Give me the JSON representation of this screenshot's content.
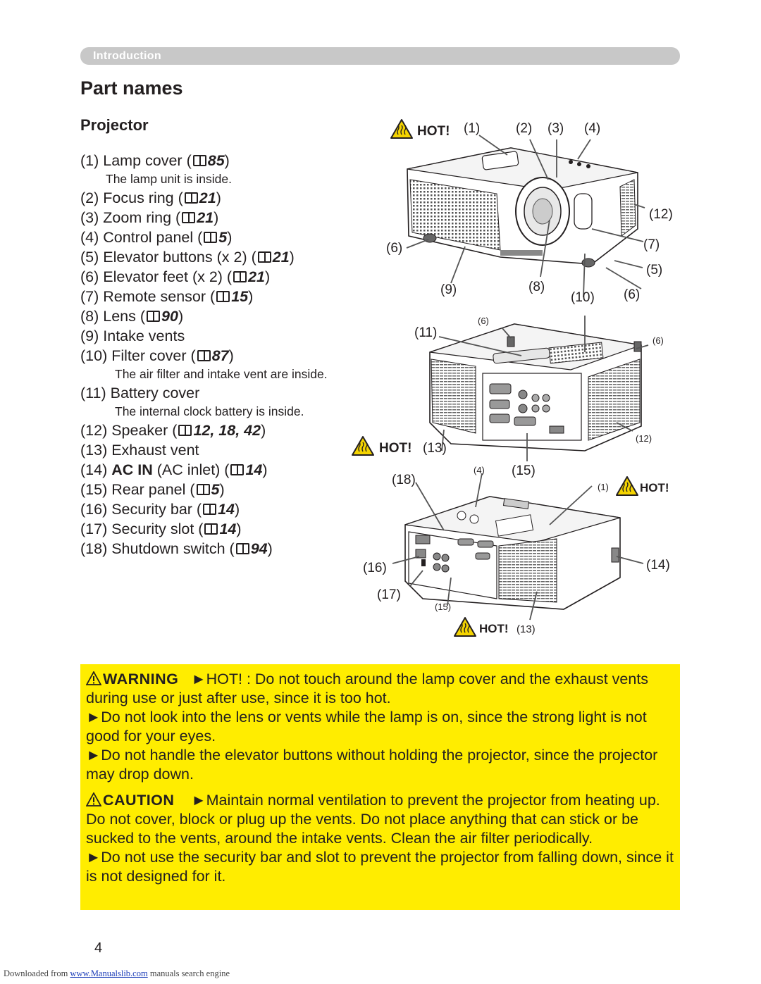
{
  "header": {
    "section": "Introduction"
  },
  "title": "Part names",
  "subtitle": "Projector",
  "parts": [
    {
      "num": "(1)",
      "name": "Lamp cover (",
      "ref": "85",
      "close": ")",
      "note": "The lamp unit is inside."
    },
    {
      "num": "(2)",
      "name": "Focus ring (",
      "ref": "21",
      "close": ")"
    },
    {
      "num": "(3)",
      "name": "Zoom ring (",
      "ref": "21",
      "close": ")"
    },
    {
      "num": "(4)",
      "name": "Control panel (",
      "ref": "5",
      "close": ")"
    },
    {
      "num": "(5)",
      "name": "Elevator buttons (x 2) (",
      "ref": "21",
      "close": ")"
    },
    {
      "num": "(6)",
      "name": "Elevator feet (x 2) (",
      "ref": "21",
      "close": ")"
    },
    {
      "num": "(7)",
      "name": "Remote sensor (",
      "ref": "15",
      "close": ")"
    },
    {
      "num": "(8)",
      "name": "Lens (",
      "ref": "90",
      "close": ")"
    },
    {
      "num": "(9)",
      "name": "Intake vents"
    },
    {
      "num": "(10)",
      "name": "Filter cover (",
      "ref": "87",
      "close": ")",
      "note": "The air filter and intake vent are inside."
    },
    {
      "num": "(11)",
      "name": "Battery cover",
      "note": "The internal clock battery is inside."
    },
    {
      "num": "(12)",
      "name": "Speaker (",
      "ref": "12, 18, 42",
      "close": ")"
    },
    {
      "num": "(13)",
      "name": "Exhaust vent"
    },
    {
      "num": "(14)",
      "bold": "AC IN",
      "name": " (AC inlet) (",
      "ref": "14",
      "close": ")"
    },
    {
      "num": "(15)",
      "name": "Rear panel (",
      "ref": "5",
      "close": ")"
    },
    {
      "num": "(16)",
      "name": "Security bar (",
      "ref": "14",
      "close": ")"
    },
    {
      "num": "(17)",
      "name": "Security slot (",
      "ref": "14",
      "close": ")"
    },
    {
      "num": "(18)",
      "name": "Shutdown switch (",
      "ref": "94",
      "close": ")"
    }
  ],
  "diagram": {
    "hot": "HOT!",
    "top_callouts": [
      "(1)",
      "(2)",
      "(3)",
      "(4)",
      "(12)",
      "(6)",
      "(7)",
      "(5)",
      "(9)",
      "(8)",
      "(10)",
      "(6)"
    ],
    "mid_callouts": [
      "(11)",
      "(6)",
      "(6)",
      "(12)",
      "(13)",
      "(4)",
      "(15)"
    ],
    "bot_callouts": [
      "(18)",
      "(1)",
      "(16)",
      "(14)",
      "(17)",
      "(15)",
      "(13)"
    ]
  },
  "warning": {
    "label": "WARNING",
    "lines": [
      "►HOT! : Do not touch around the lamp cover and the exhaust vents during use or just after use, since it is too hot.",
      "►Do not look into the lens or vents while the lamp is on, since the strong light is not good for your eyes.",
      "►Do not handle the elevator buttons without holding the projector, since the projector may drop down."
    ]
  },
  "caution": {
    "label": "CAUTION",
    "lines": [
      "►Maintain normal ventilation to prevent the projector from heating up. Do not cover, block or plug up the vents. Do not place anything that can stick or be sucked to the vents, around the intake vents. Clean the air filter periodically.",
      "►Do not use the security bar and slot to prevent the projector from falling down, since it is not designed for it."
    ]
  },
  "page_number": "4",
  "footer": {
    "prefix": "Downloaded from ",
    "link": "www.Manualslib.com",
    "suffix": " manuals search engine"
  },
  "colors": {
    "section_bar": "#c8c8c8",
    "warning_bg": "#ffed00",
    "hot_icon": "#f5d400"
  }
}
